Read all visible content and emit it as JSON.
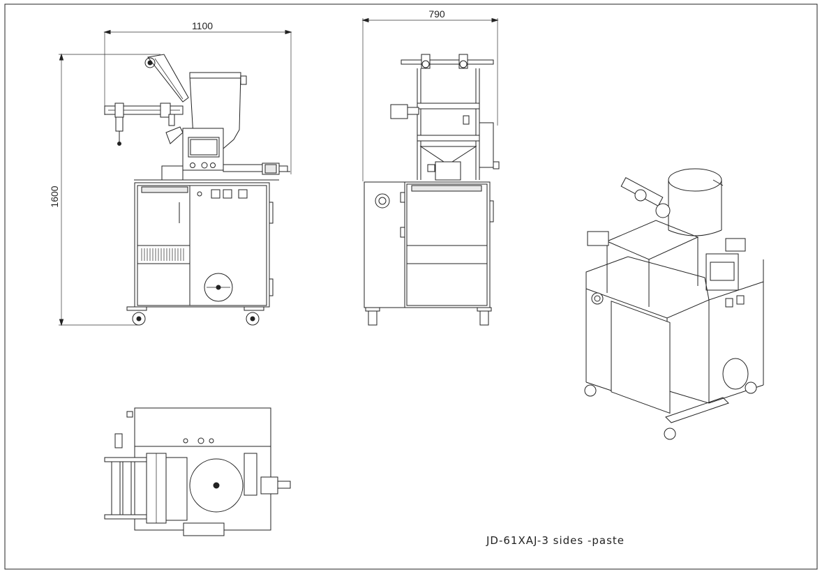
{
  "drawing": {
    "model_caption": "JD-61XAJ-3  sides  -paste",
    "dimensions": {
      "side_width": "1100",
      "front_width": "790",
      "height": "1600"
    }
  }
}
